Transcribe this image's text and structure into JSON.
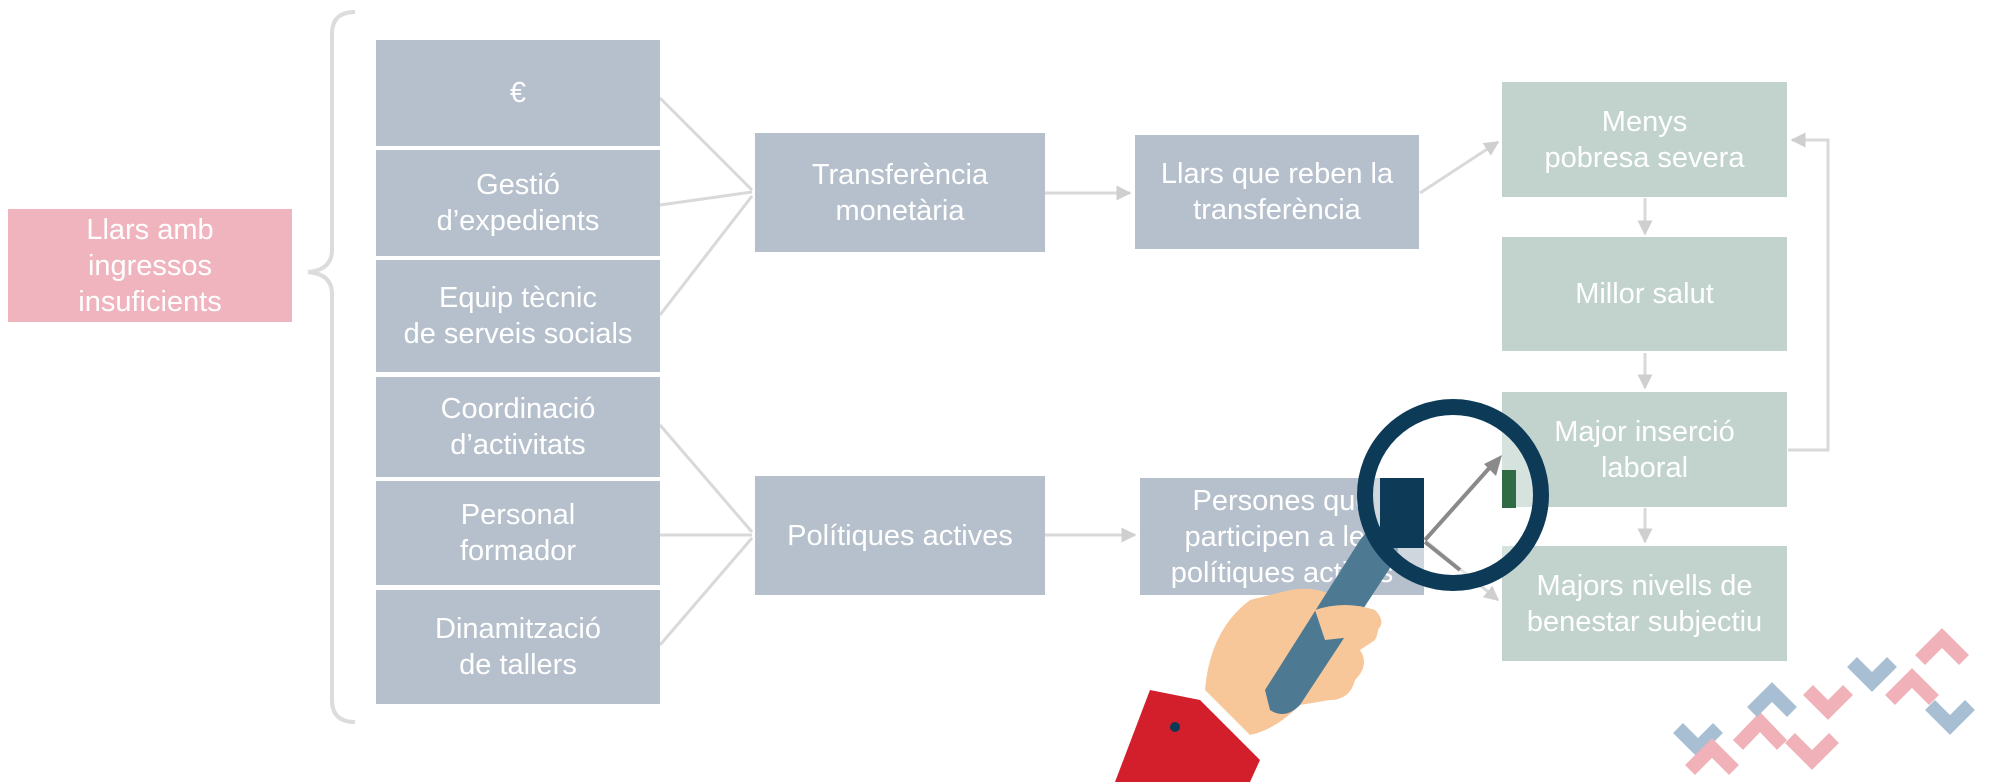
{
  "colors": {
    "input_box": "#b6c0cc",
    "outcome_box": "#c1d3cc",
    "target_box": "#efb4bd",
    "connector": "#d6d6d6",
    "lens_ring": "#0d3a57",
    "sleeve": "#d21f2b"
  },
  "target_group": {
    "label": "Llars amb\ningressos\ninsuficients"
  },
  "inputs": [
    {
      "label": "€"
    },
    {
      "label": "Gestió\nd’expedients"
    },
    {
      "label": "Equip tècnic\nde serveis socials"
    },
    {
      "label": "Coordinació\nd’activitats"
    },
    {
      "label": "Personal\nformador"
    },
    {
      "label": "Dinamització\nde tallers"
    }
  ],
  "activities": [
    {
      "label": "Transferència\nmonetària"
    },
    {
      "label": "Polítiques actives"
    }
  ],
  "outputs": [
    {
      "label": "Llars que reben la\ntransferència"
    },
    {
      "label": "Persones que\nparticipen a les\npolítiques actives"
    }
  ],
  "outcomes": [
    {
      "label": "Menys\npobresa severa"
    },
    {
      "label": "Millor salut"
    },
    {
      "label": "Major inserció\nlaboral"
    },
    {
      "label": "Majors nivells de\nbenestar subjectiu"
    }
  ],
  "decoration": {
    "magnifier_icon": "magnifying-glass-icon",
    "chevrons_icon": "chevron-pattern-icon"
  }
}
